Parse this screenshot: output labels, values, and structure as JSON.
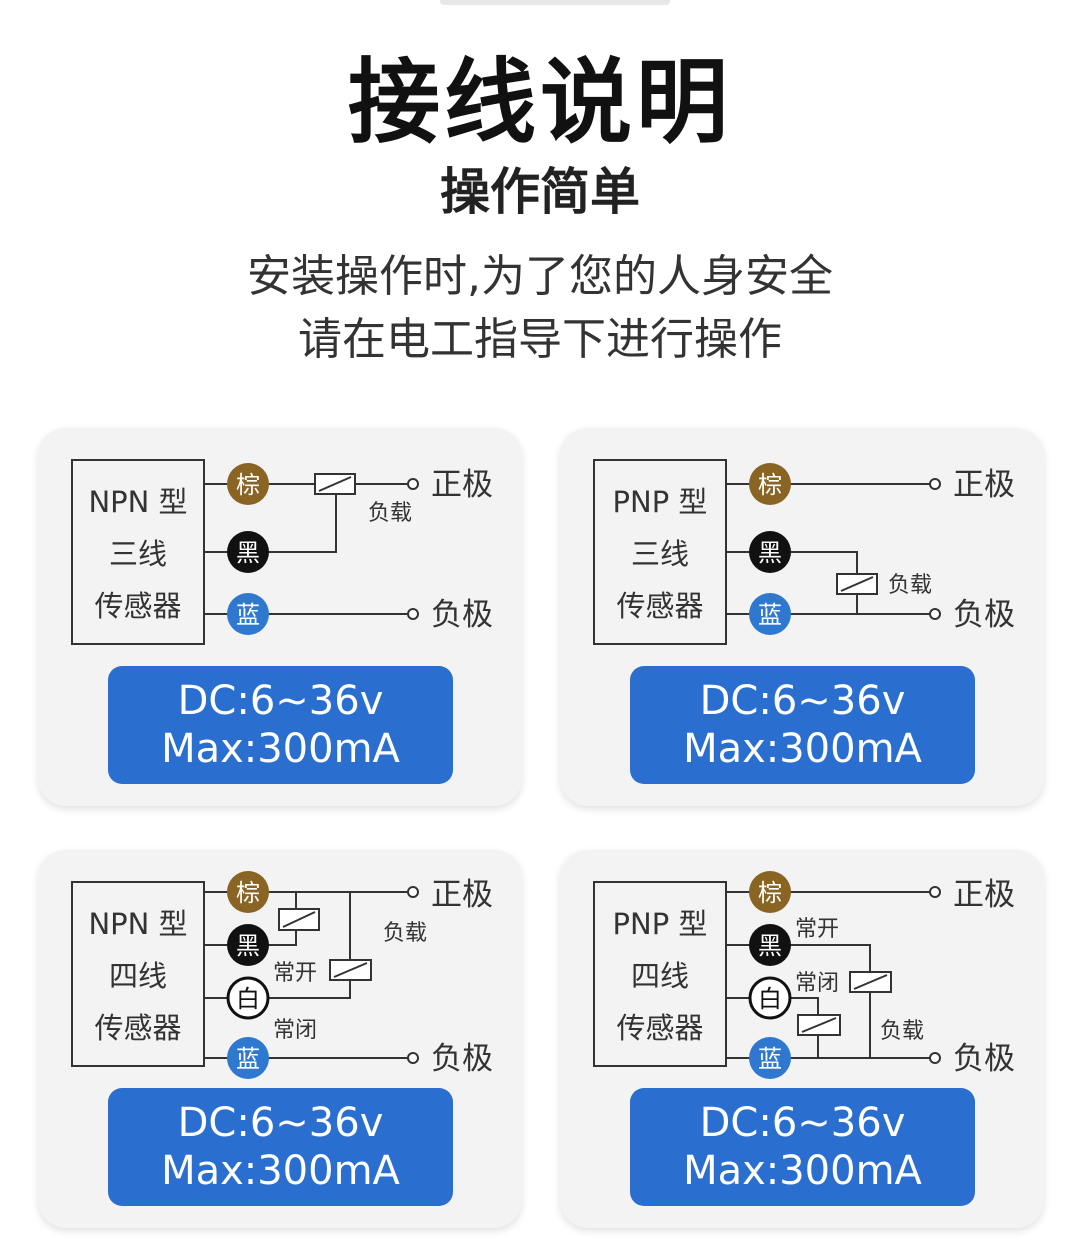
{
  "header": {
    "title": "接线说明",
    "subtitle": "操作简单",
    "lines": [
      "安装操作时,为了您的人身安全",
      "请在电工指导下进行操作"
    ]
  },
  "colors": {
    "brown": "#8a6423",
    "black": "#111111",
    "white": "#ffffff",
    "blue": "#2f78d0",
    "pill": "#2a6fcf"
  },
  "wires": {
    "brown": "棕",
    "black": "黑",
    "white": "白",
    "blue": "蓝"
  },
  "terminals": {
    "positive": "正极",
    "negative": "负极",
    "load": "负载",
    "no": "常开",
    "nc": "常闭"
  },
  "cards": [
    {
      "type": "NPN 型",
      "wires": "三线",
      "sensor": "传感器",
      "dc": "DC:6~36v",
      "max": "Max:300mA"
    },
    {
      "type": "PNP 型",
      "wires": "三线",
      "sensor": "传感器",
      "dc": "DC:6~36v",
      "max": "Max:300mA"
    },
    {
      "type": "NPN 型",
      "wires": "四线",
      "sensor": "传感器",
      "dc": "DC:6~36v",
      "max": "Max:300mA"
    },
    {
      "type": "PNP 型",
      "wires": "四线",
      "sensor": "传感器",
      "dc": "DC:6~36v",
      "max": "Max:300mA"
    }
  ]
}
